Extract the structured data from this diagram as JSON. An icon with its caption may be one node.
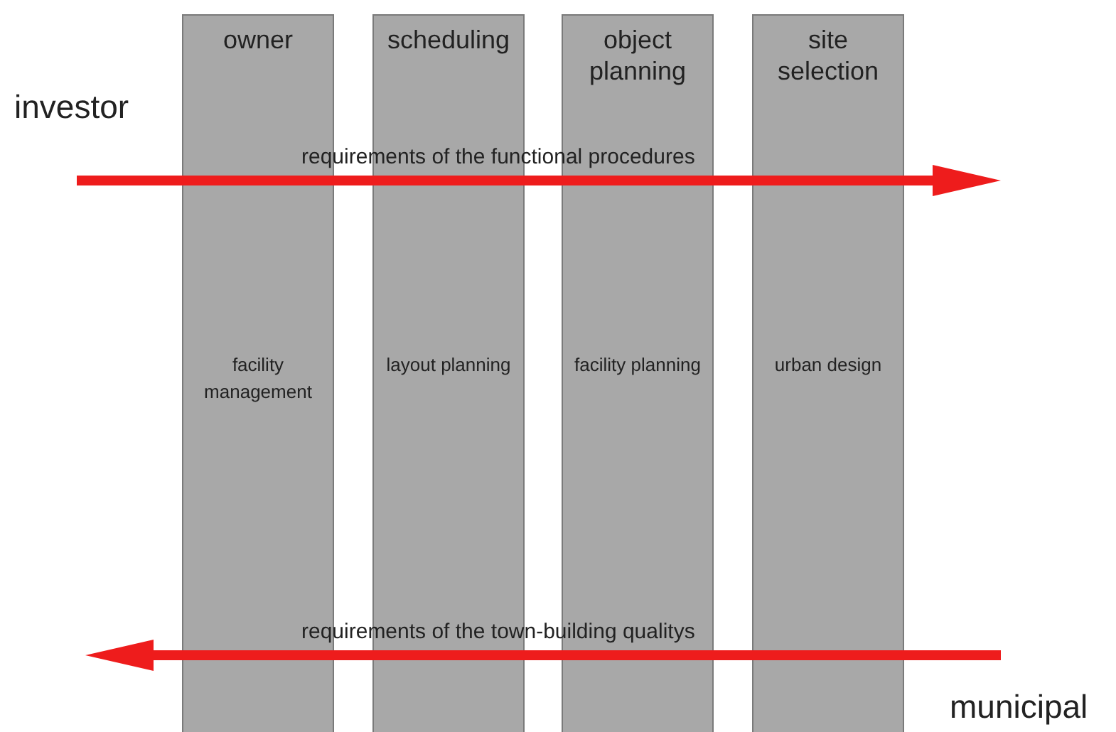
{
  "diagram": {
    "nodes": [
      {
        "text": [
          "owner",
          "facility management"
        ]
      },
      {
        "text": [
          "scheduling",
          "layout planning"
        ]
      },
      {
        "text": [
          "object planning",
          "facility planning"
        ]
      },
      {
        "text": [
          "site selection",
          "urban design"
        ]
      }
    ],
    "labels": [
      "investor",
      "requirements of the functional procedures",
      "requirements of the town-building qualitys",
      "municipal"
    ]
  }
}
